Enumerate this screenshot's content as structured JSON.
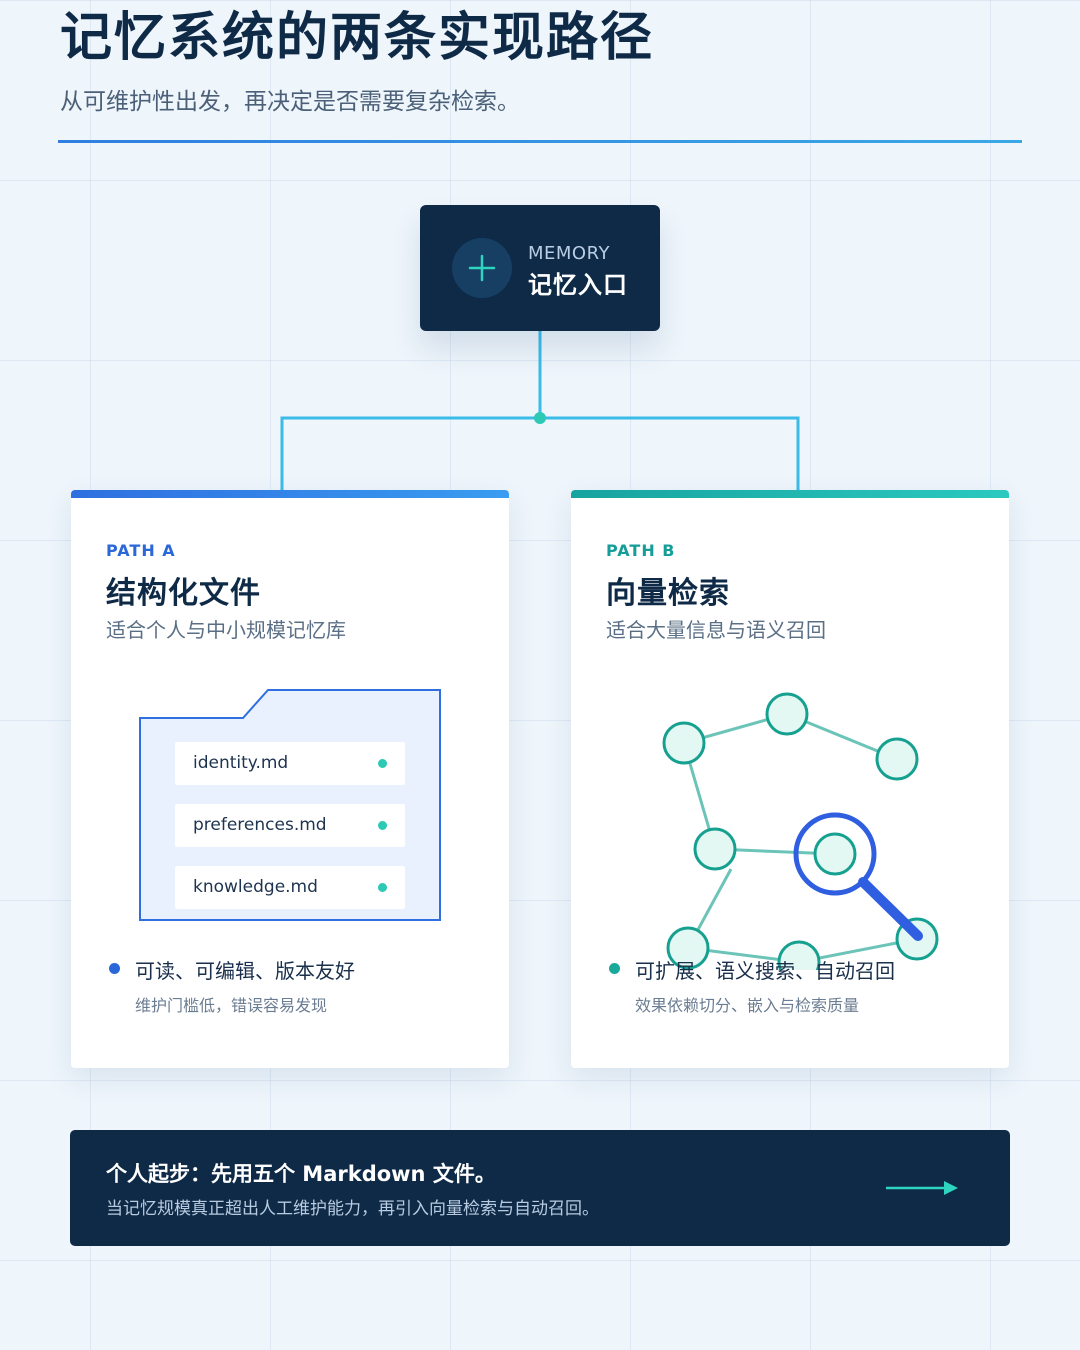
{
  "header": {
    "title": "记忆系统的两条实现路径",
    "subtitle": "从可维护性出发，再决定是否需要复杂检索。"
  },
  "memory_node": {
    "eyebrow": "MEMORY",
    "label": "记忆入口",
    "icon": "plus-icon"
  },
  "path_a": {
    "tag": "PATH A",
    "title": "结构化文件",
    "subtitle": "适合个人与中小规模记忆库",
    "files": [
      "identity.md",
      "preferences.md",
      "knowledge.md"
    ],
    "bullet": "可读、可编辑、版本友好",
    "bullet_sub": "维护门槛低，错误容易发现",
    "accent": "#2a67d8"
  },
  "path_b": {
    "tag": "PATH B",
    "title": "向量检索",
    "subtitle": "适合大量信息与语义召回",
    "bullet": "可扩展、语义搜索、自动召回",
    "bullet_sub": "效果依赖切分、嵌入与检索质量",
    "accent": "#159d9a"
  },
  "footer": {
    "title": "个人起步：先用五个 Markdown 文件。",
    "subtitle": "当记忆规模真正超出人工维护能力，再引入向量检索与自动召回。",
    "icon": "arrow-right-icon"
  },
  "colors": {
    "navy": "#0f2a47",
    "blue": "#2f6fe0",
    "teal": "#17a3a0",
    "connector": "#3bbbe8"
  }
}
